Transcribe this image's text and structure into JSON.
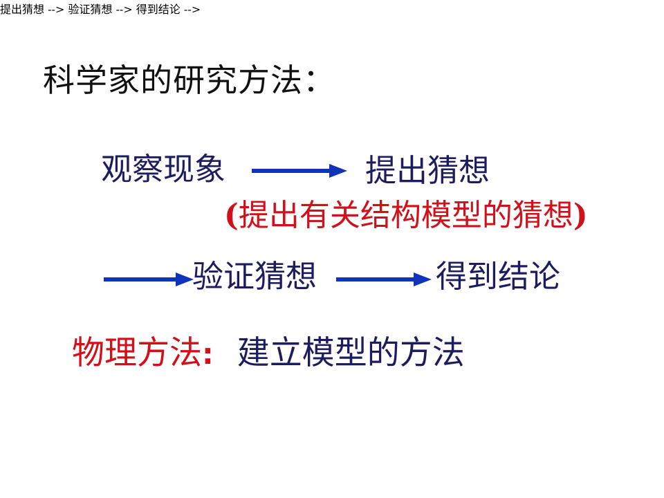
{
  "slide": {
    "background_color": "#ffffff",
    "title": "科学家的研究方法：",
    "title_color": "#111111"
  },
  "colors": {
    "navy_text": "#1c1c5e",
    "red_text": "#d2101a",
    "arrow_blue": "#1133bb",
    "title_black": "#111111"
  },
  "flow": {
    "step_1": "观察现象",
    "step_2": "提出猜想",
    "step_3": "验证猜想",
    "step_4": "得到结论",
    "note": {
      "open_paren": "(",
      "text": "提出有关结构模型的猜想",
      "close_paren": ")"
    },
    "arrows": {
      "arrow_1_name": "right-arrow-icon",
      "arrow_2_name": "right-arrow-icon",
      "arrow_3_name": "right-arrow-icon"
    }
  },
  "summary": {
    "label": "物理方法",
    "colon": ":",
    "value": "建立模型的方法"
  }
}
